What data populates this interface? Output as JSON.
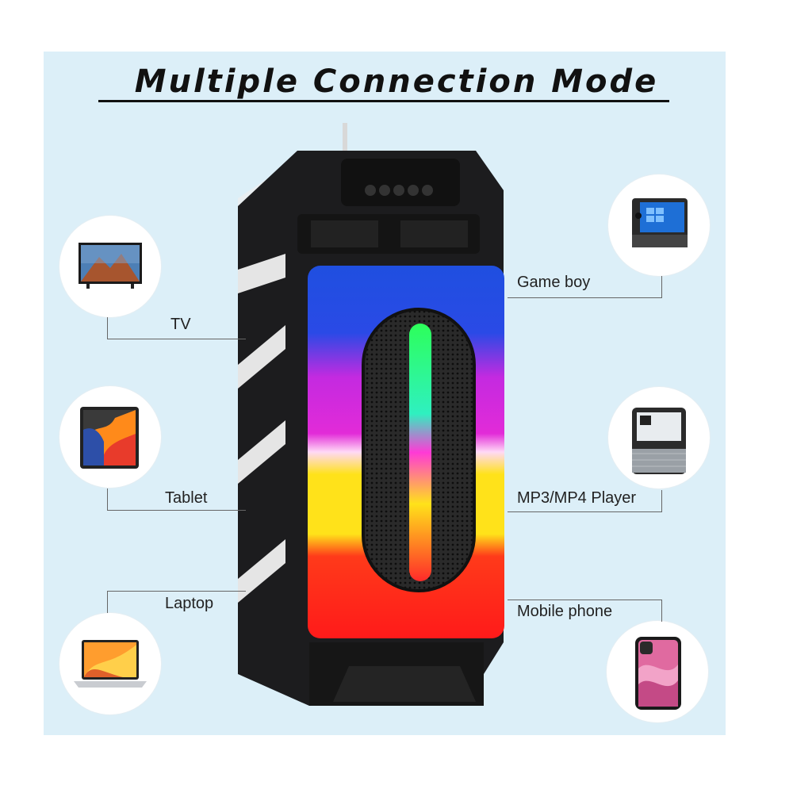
{
  "title": "Multiple Connection Mode",
  "devices": {
    "tv": {
      "label": "TV",
      "icon": "tv-icon"
    },
    "tablet": {
      "label": "Tablet",
      "icon": "tablet-icon"
    },
    "laptop": {
      "label": "Laptop",
      "icon": "laptop-icon"
    },
    "gameboy": {
      "label": "Game boy",
      "icon": "handheld-console-icon"
    },
    "mp3": {
      "label": "MP3/MP4 Player",
      "icon": "mp3-player-icon"
    },
    "phone": {
      "label": "Mobile phone",
      "icon": "smartphone-icon"
    }
  },
  "colors": {
    "background": "#dceff8",
    "speaker_body": "#1c1c1e",
    "rainbow": [
      "#1f4fe0",
      "#c42ae0",
      "#ffe21a",
      "#ff1a1a"
    ]
  }
}
